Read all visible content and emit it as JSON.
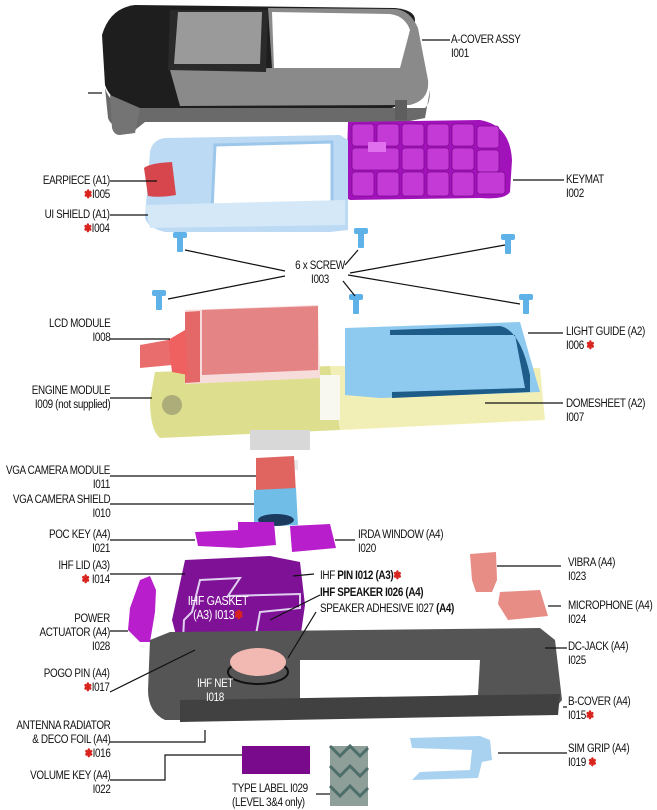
{
  "diagram": {
    "type": "exploded-view",
    "subject": "mobile phone parts breakdown",
    "marker_icon": "red-asterisk-icon",
    "marker_color": "#d9231d",
    "parts": [
      {
        "id": "a-cover",
        "name": "A-COVER ASSY",
        "code": "I001",
        "starred": false
      },
      {
        "id": "keymat",
        "name": "KEYMAT",
        "code": "I002",
        "starred": false
      },
      {
        "id": "screw",
        "name": "6 x SCREW",
        "code": "I003",
        "starred": false
      },
      {
        "id": "ui-shield",
        "name": "UI SHIELD (A1)",
        "code": "I004",
        "starred": true
      },
      {
        "id": "earpiece",
        "name": "EARPIECE (A1)",
        "code": "I005",
        "starred": true
      },
      {
        "id": "light-guide",
        "name": "LIGHT GUIDE (A2)",
        "code": "I006",
        "starred": true
      },
      {
        "id": "domesheet",
        "name": "DOMESHEET (A2)",
        "code": "I007",
        "starred": false
      },
      {
        "id": "lcd-module",
        "name": "LCD MODULE",
        "code": "I008",
        "starred": false
      },
      {
        "id": "engine-module",
        "name": "ENGINE MODULE",
        "code": "I009 (not supplied)",
        "starred": false
      },
      {
        "id": "vga-camera-shield",
        "name": "VGA CAMERA SHIELD",
        "code": "I010",
        "starred": false
      },
      {
        "id": "vga-camera-module",
        "name": "VGA CAMERA MODULE",
        "code": "I011",
        "starred": false
      },
      {
        "id": "ihf-pin",
        "name": "IHF PIN I012 (A3)",
        "code": "I012",
        "starred": true
      },
      {
        "id": "ihf-gasket",
        "name": "IHF GASKET (A3) I013",
        "code": "I013",
        "starred": true
      },
      {
        "id": "ihf-lid",
        "name": "IHF LID (A3)",
        "code": "I014",
        "starred": true
      },
      {
        "id": "b-cover",
        "name": "B-COVER (A4)",
        "code": "I015",
        "starred": true
      },
      {
        "id": "antenna",
        "name": "ANTENNA RADIATOR & DECO FOIL (A4)",
        "code": "I016",
        "starred": true
      },
      {
        "id": "pogo-pin",
        "name": "POGO PIN (A4)",
        "code": "I017",
        "starred": true
      },
      {
        "id": "ihf-net",
        "name": "IHF NET",
        "code": "I018",
        "starred": false
      },
      {
        "id": "sim-grip",
        "name": "SIM GRIP (A4)",
        "code": "I019",
        "starred": true
      },
      {
        "id": "irda-window",
        "name": "IRDA WINDOW (A4)",
        "code": "I020",
        "starred": false
      },
      {
        "id": "poc-key",
        "name": "POC KEY (A4)",
        "code": "I021",
        "starred": false
      },
      {
        "id": "volume-key",
        "name": "VOLUME KEY (A4)",
        "code": "I022",
        "starred": false
      },
      {
        "id": "vibra",
        "name": "VIBRA (A4)",
        "code": "I023",
        "starred": false
      },
      {
        "id": "microphone",
        "name": "MICROPHONE (A4)",
        "code": "I024",
        "starred": false
      },
      {
        "id": "dc-jack",
        "name": "DC-JACK (A4)",
        "code": "I025",
        "starred": false
      },
      {
        "id": "ihf-speaker",
        "name": "IHF SPEAKER I026 (A4)",
        "code": "I026",
        "starred": false
      },
      {
        "id": "speaker-adhesive",
        "name": "SPEAKER ADHESIVE I027 (A4)",
        "code": "I027",
        "starred": false
      },
      {
        "id": "power-actuator",
        "name": "POWER ACTUATOR (A4)",
        "code": "I028",
        "starred": false
      },
      {
        "id": "type-label",
        "name": "TYPE LABEL I029",
        "code": "(LEVEL 3&4 only)",
        "starred": false
      }
    ]
  },
  "labels": {
    "a_cover": {
      "l1": "A-COVER ASSY",
      "l2": "I001"
    },
    "keymat": {
      "l1": "KEYMAT",
      "l2": "I002"
    },
    "screw": {
      "l1": "6 x SCREW",
      "l2": "I003"
    },
    "earpiece": {
      "l1": "EARPIECE (A1)",
      "l2": "I005"
    },
    "ui_shield": {
      "l1": "UI SHIELD (A1)",
      "l2": "I004"
    },
    "lcd": {
      "l1": "LCD MODULE",
      "l2": "I008"
    },
    "engine": {
      "l1": "ENGINE MODULE",
      "l2": "I009 (not supplied)"
    },
    "light_guide": {
      "l1": "LIGHT GUIDE (A2)",
      "l2": "I006"
    },
    "domesheet": {
      "l1": "DOMESHEET (A2)",
      "l2": "I007"
    },
    "vga_module": {
      "l1": "VGA CAMERA MODULE",
      "l2": "I011"
    },
    "vga_shield": {
      "l1": "VGA CAMERA SHIELD",
      "l2": "I010"
    },
    "poc_key": {
      "l1": "POC KEY (A4)",
      "l2": "I021"
    },
    "irda": {
      "l1": "IRDA WINDOW (A4)",
      "l2": "I020"
    },
    "ihf_lid": {
      "l1": "IHF LID (A3)",
      "l2": "I014"
    },
    "ihf_pin": {
      "l1a": "IHF ",
      "l1b": "PIN I012 (A3)"
    },
    "ihf_speaker": {
      "l1": "IHF SPEAKER I026 (A4)"
    },
    "speaker_adhesive": {
      "l1": "SPEAKER ADHESIVE I027 ",
      "l1b": "(A4)"
    },
    "ihf_gasket": {
      "l1": "IHF GASKET",
      "l2": "(A3) I013"
    },
    "power_actuator": {
      "l1": "POWER",
      "l2": "ACTUATOR (A4)",
      "l3": "I028"
    },
    "pogo_pin": {
      "l1": "POGO PIN (A4)",
      "l2": "I017"
    },
    "ihf_net": {
      "l1": "IHF NET",
      "l2": "I018"
    },
    "vibra": {
      "l1": "VIBRA (A4)",
      "l2": "I023"
    },
    "microphone": {
      "l1": "MICROPHONE (A4)",
      "l2": "I024"
    },
    "dc_jack": {
      "l1": "DC-JACK (A4)",
      "l2": "I025"
    },
    "b_cover": {
      "l1": "B-COVER (A4)",
      "l2": "I015"
    },
    "antenna": {
      "l1": "ANTENNA RADIATOR",
      "l2": "& DECO FOIL (A4)",
      "l3": "I016"
    },
    "volume_key": {
      "l1": "VOLUME KEY (A4)",
      "l2": "I022"
    },
    "type_label": {
      "l1": "TYPE LABEL I029",
      "l2": "(LEVEL 3&4 only)"
    },
    "sim_grip": {
      "l1": "SIM GRIP (A4)",
      "l2": "I019"
    },
    "star": "✽"
  },
  "colors": {
    "a_cover": "#6e6e6e",
    "a_cover_dark": "#1c1c1c",
    "keymat": "#a010b8",
    "ui_shield": "#b9d8f2",
    "earpiece": "#d9454a",
    "screw": "#5aaee6",
    "lcd": "#e37c7c",
    "engine": "#dfe08e",
    "light_guide": "#8cc8ee",
    "light_guide_frame": "#1e5e8a",
    "domesheet": "#f1eeb2",
    "vga_module": "#e0605c",
    "vga_shield": "#6fbde8",
    "purple_parts": "#b21cc4",
    "ihf_lid": "#7a1090",
    "speaker": "#f1b6b0",
    "b_cover": "#4f4f4f",
    "red_parts": "#e88a86",
    "volume_key": "#7a0a8c",
    "type_label": "#8a9a94",
    "sim_grip": "#a9d3f0",
    "leader": "#111111",
    "star": "#d9231d"
  }
}
